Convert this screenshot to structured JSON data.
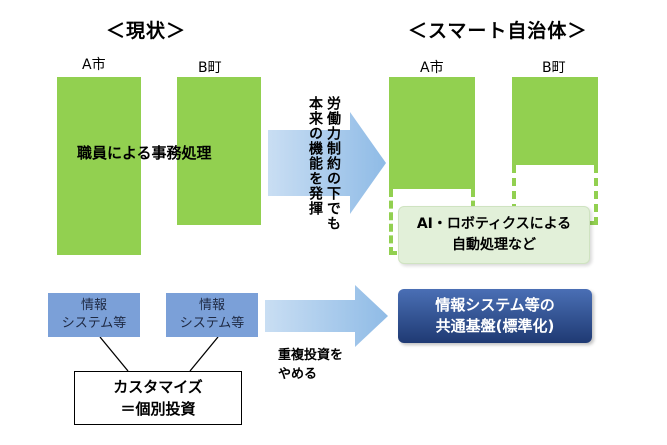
{
  "current": {
    "title": "＜現状＞",
    "city_a": "A市",
    "city_b": "B町",
    "staff_processing": "職員による事務処理",
    "info_system_a": [
      "情報",
      "システム等"
    ],
    "info_system_b": [
      "情報",
      "システム等"
    ],
    "customize": [
      "カスタマイズ",
      "＝個別投資"
    ]
  },
  "smart": {
    "title": "＜スマート自治体＞",
    "city_a": "A市",
    "city_b": "B町",
    "ai_box": [
      "AI・ロボティクスによる",
      "自動処理など"
    ],
    "common_base": [
      "情報システム等の",
      "共通基盤(標準化)"
    ]
  },
  "arrows": {
    "upper_text_col1": "本来の機能を発揮",
    "upper_text_col2": "労働力制約の下でも",
    "lower_text": [
      "重複投資を",
      "やめる"
    ]
  },
  "colors": {
    "green": "#92d050",
    "light_green": "#e2f0d9",
    "arrow_blue": "#9dc3e6",
    "info_blue": "#7ba0d8",
    "base_blue": "#2f4f8f"
  }
}
